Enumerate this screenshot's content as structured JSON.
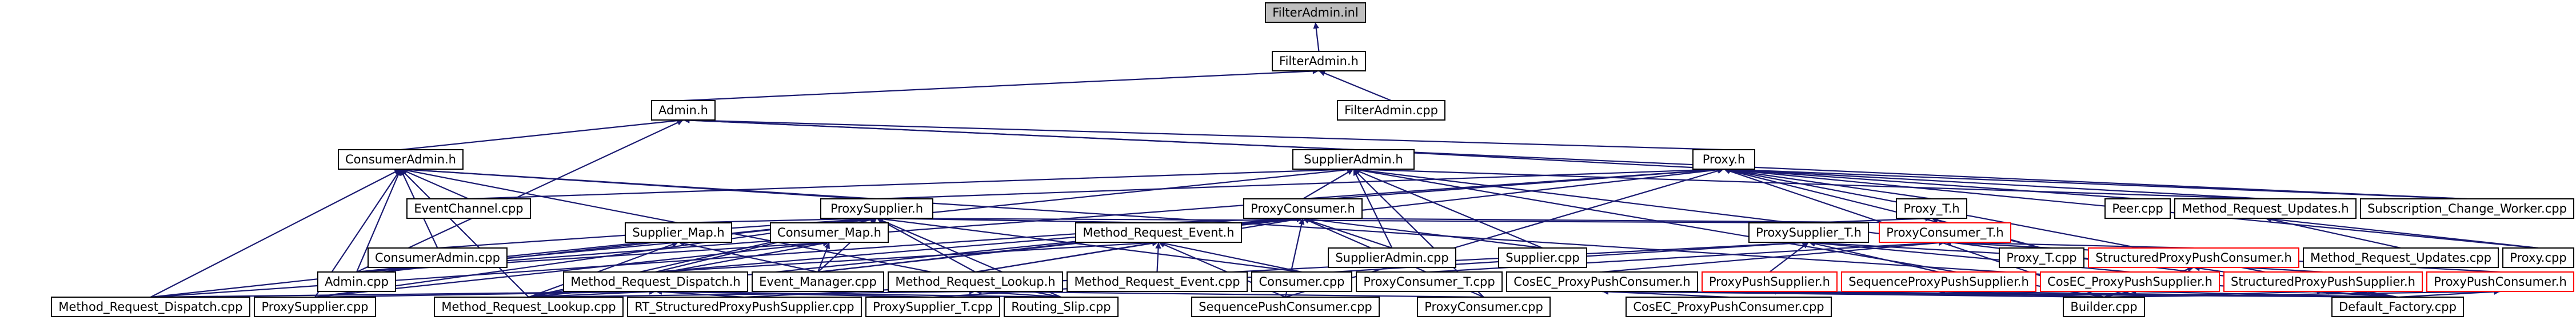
{
  "colors": {
    "edge": "#191970",
    "box_border": "#000000",
    "root_fill": "#bfbfbf",
    "red_border": "#ff0000"
  },
  "nodes": [
    {
      "id": "n0",
      "label": "FilterAdmin.inl",
      "root": true
    },
    {
      "id": "n1",
      "label": "FilterAdmin.h"
    },
    {
      "id": "n2",
      "label": "FilterAdmin.cpp"
    },
    {
      "id": "n3",
      "label": "Admin.h"
    },
    {
      "id": "n4",
      "label": "ConsumerAdmin.h"
    },
    {
      "id": "n5",
      "label": "SupplierAdmin.h"
    },
    {
      "id": "n6",
      "label": "Proxy.h"
    },
    {
      "id": "n7",
      "label": "EventChannel.cpp"
    },
    {
      "id": "n8",
      "label": "ProxySupplier.h"
    },
    {
      "id": "n9",
      "label": "ProxyConsumer.h"
    },
    {
      "id": "n10",
      "label": "Proxy_T.h"
    },
    {
      "id": "n11",
      "label": "Peer.cpp"
    },
    {
      "id": "n12",
      "label": "Method_Request_Updates.h"
    },
    {
      "id": "n13",
      "label": "Subscription_Change_Worker.cpp"
    },
    {
      "id": "n14",
      "label": "ConsumerAdmin.cpp"
    },
    {
      "id": "n15",
      "label": "Supplier_Map.h"
    },
    {
      "id": "n16",
      "label": "Consumer_Map.h"
    },
    {
      "id": "n17",
      "label": "Method_Request_Event.h"
    },
    {
      "id": "n18",
      "label": "SupplierAdmin.cpp"
    },
    {
      "id": "n19",
      "label": "Supplier.cpp"
    },
    {
      "id": "n20",
      "label": "ProxySupplier_T.h"
    },
    {
      "id": "n21",
      "label": "ProxyConsumer_T.h",
      "red": true
    },
    {
      "id": "n22",
      "label": "Proxy_T.cpp"
    },
    {
      "id": "n23",
      "label": "Method_Request_Updates.cpp"
    },
    {
      "id": "n24",
      "label": "Proxy.cpp"
    },
    {
      "id": "n25",
      "label": "Admin.cpp"
    },
    {
      "id": "n26",
      "label": "Event_Manager.cpp"
    },
    {
      "id": "n27",
      "label": "Method_Request_Dispatch.h"
    },
    {
      "id": "n28",
      "label": "Method_Request_Lookup.h"
    },
    {
      "id": "n29",
      "label": "Method_Request_Event.cpp"
    },
    {
      "id": "n30",
      "label": "Consumer.cpp"
    },
    {
      "id": "n31",
      "label": "ProxyConsumer_T.cpp"
    },
    {
      "id": "n32",
      "label": "CosEC_ProxyPushConsumer.h"
    },
    {
      "id": "n33",
      "label": "ProxyPushSupplier.h",
      "red": true
    },
    {
      "id": "n34",
      "label": "SequenceProxyPushSupplier.h",
      "red": true
    },
    {
      "id": "n35",
      "label": "CosEC_ProxyPushSupplier.h",
      "red": true
    },
    {
      "id": "n36",
      "label": "StructuredProxyPushSupplier.h",
      "red": true
    },
    {
      "id": "n37",
      "label": "StructuredProxyPushConsumer.h",
      "red": true
    },
    {
      "id": "n38",
      "label": "ProxyPushConsumer.h",
      "red": true
    },
    {
      "id": "n39",
      "label": "Method_Request_Dispatch.cpp"
    },
    {
      "id": "n40",
      "label": "ProxySupplier.cpp"
    },
    {
      "id": "n41",
      "label": "Method_Request_Lookup.cpp"
    },
    {
      "id": "n42",
      "label": "RT_StructuredProxyPushSupplier.cpp"
    },
    {
      "id": "n43",
      "label": "ProxySupplier_T.cpp"
    },
    {
      "id": "n44",
      "label": "Routing_Slip.cpp"
    },
    {
      "id": "n45",
      "label": "SequencePushConsumer.cpp"
    },
    {
      "id": "n46",
      "label": "ProxyConsumer.cpp"
    },
    {
      "id": "n47",
      "label": "CosEC_ProxyPushConsumer.cpp"
    },
    {
      "id": "n48",
      "label": "Builder.cpp"
    },
    {
      "id": "n49",
      "label": "Default_Factory.cpp"
    }
  ],
  "edges": [
    [
      "n1",
      "n0"
    ],
    [
      "n2",
      "n1"
    ],
    [
      "n3",
      "n1"
    ],
    [
      "n4",
      "n3"
    ],
    [
      "n5",
      "n3"
    ],
    [
      "n6",
      "n3"
    ],
    [
      "n25",
      "n3"
    ],
    [
      "n13",
      "n3"
    ],
    [
      "n7",
      "n4"
    ],
    [
      "n14",
      "n4"
    ],
    [
      "n25",
      "n4"
    ],
    [
      "n39",
      "n4"
    ],
    [
      "n40",
      "n4"
    ],
    [
      "n41",
      "n4"
    ],
    [
      "n44",
      "n4"
    ],
    [
      "n49",
      "n4"
    ],
    [
      "n8",
      "n4"
    ],
    [
      "n7",
      "n5"
    ],
    [
      "n18",
      "n5"
    ],
    [
      "n25",
      "n5"
    ],
    [
      "n19",
      "n5"
    ],
    [
      "n46",
      "n5"
    ],
    [
      "n48",
      "n5"
    ],
    [
      "n49",
      "n5"
    ],
    [
      "n9",
      "n5"
    ],
    [
      "n12",
      "n5"
    ],
    [
      "n5",
      "n6"
    ],
    [
      "n8",
      "n6"
    ],
    [
      "n9",
      "n6"
    ],
    [
      "n10",
      "n6"
    ],
    [
      "n11",
      "n6"
    ],
    [
      "n12",
      "n6"
    ],
    [
      "n13",
      "n6"
    ],
    [
      "n24",
      "n6"
    ],
    [
      "n25",
      "n6"
    ],
    [
      "n26",
      "n6"
    ],
    [
      "n48",
      "n6"
    ],
    [
      "n49",
      "n6"
    ],
    [
      "n45",
      "n6"
    ],
    [
      "n22",
      "n6"
    ],
    [
      "n14",
      "n8"
    ],
    [
      "n15",
      "n8"
    ],
    [
      "n16",
      "n8"
    ],
    [
      "n17",
      "n8"
    ],
    [
      "n20",
      "n8"
    ],
    [
      "n27",
      "n8"
    ],
    [
      "n28",
      "n8"
    ],
    [
      "n30",
      "n8"
    ],
    [
      "n40",
      "n8"
    ],
    [
      "n26",
      "n8"
    ],
    [
      "n39",
      "n8"
    ],
    [
      "n41",
      "n8"
    ],
    [
      "n44",
      "n8"
    ],
    [
      "n18",
      "n9"
    ],
    [
      "n19",
      "n9"
    ],
    [
      "n17",
      "n9"
    ],
    [
      "n21",
      "n9"
    ],
    [
      "n27",
      "n9"
    ],
    [
      "n28",
      "n9"
    ],
    [
      "n46",
      "n9"
    ],
    [
      "n26",
      "n9"
    ],
    [
      "n45",
      "n9"
    ],
    [
      "n39",
      "n9"
    ],
    [
      "n41",
      "n9"
    ],
    [
      "n20",
      "n10"
    ],
    [
      "n21",
      "n10"
    ],
    [
      "n22",
      "n10"
    ],
    [
      "n23",
      "n12"
    ],
    [
      "n24",
      "n12"
    ],
    [
      "n25",
      "n15"
    ],
    [
      "n26",
      "n15"
    ],
    [
      "n41",
      "n15"
    ],
    [
      "n25",
      "n16"
    ],
    [
      "n26",
      "n16"
    ],
    [
      "n40",
      "n16"
    ],
    [
      "n41",
      "n16"
    ],
    [
      "n29",
      "n17"
    ],
    [
      "n30",
      "n17"
    ],
    [
      "n27",
      "n17"
    ],
    [
      "n28",
      "n17"
    ],
    [
      "n45",
      "n17"
    ],
    [
      "n43",
      "n20"
    ],
    [
      "n33",
      "n20"
    ],
    [
      "n34",
      "n20"
    ],
    [
      "n35",
      "n20"
    ],
    [
      "n36",
      "n20"
    ],
    [
      "n42",
      "n20"
    ],
    [
      "n31",
      "n21"
    ],
    [
      "n32",
      "n21"
    ],
    [
      "n37",
      "n21"
    ],
    [
      "n38",
      "n21"
    ],
    [
      "n39",
      "n27"
    ],
    [
      "n40",
      "n27"
    ],
    [
      "n41",
      "n27"
    ],
    [
      "n42",
      "n27"
    ],
    [
      "n43",
      "n27"
    ],
    [
      "n44",
      "n27"
    ],
    [
      "n41",
      "n28"
    ],
    [
      "n44",
      "n28"
    ],
    [
      "n46",
      "n28"
    ],
    [
      "n47",
      "n32"
    ],
    [
      "n48",
      "n32"
    ],
    [
      "n49",
      "n32"
    ],
    [
      "n48",
      "n33"
    ],
    [
      "n49",
      "n33"
    ],
    [
      "n48",
      "n34"
    ],
    [
      "n49",
      "n34"
    ],
    [
      "n48",
      "n35"
    ],
    [
      "n49",
      "n35"
    ],
    [
      "n48",
      "n36"
    ],
    [
      "n49",
      "n36"
    ],
    [
      "n48",
      "n37"
    ],
    [
      "n49",
      "n37"
    ],
    [
      "n48",
      "n38"
    ],
    [
      "n49",
      "n38"
    ]
  ]
}
